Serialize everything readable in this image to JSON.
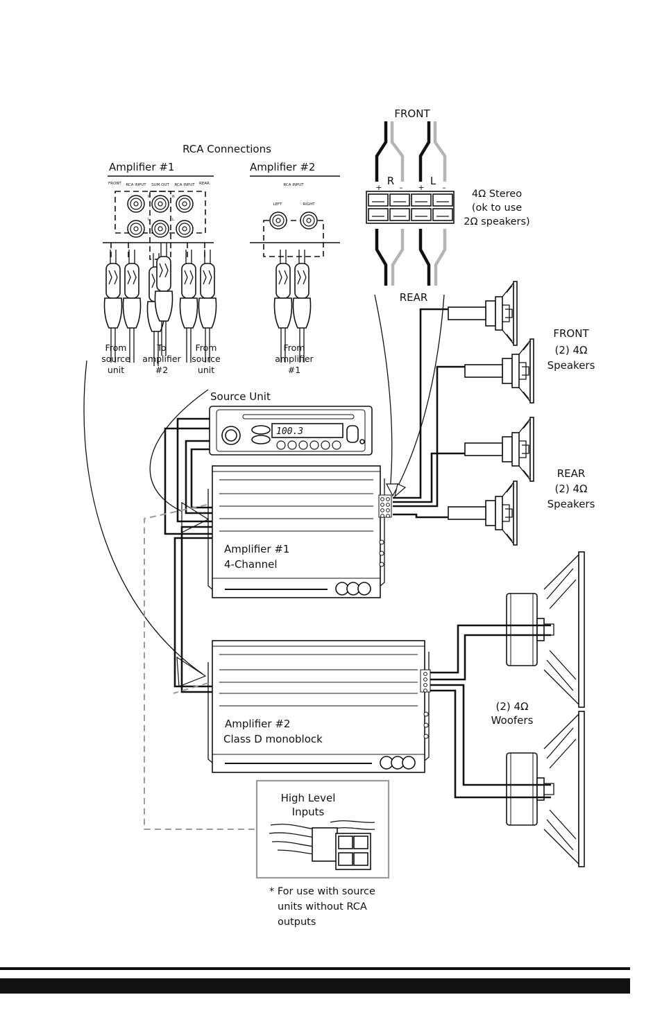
{
  "rca": {
    "title": "RCA Connections",
    "amp1": {
      "title": "Amplifier #1",
      "front": "FRONT",
      "rear": "REAR",
      "rca_input_a": "RCA INPUT",
      "sum_out": "SUM OUT",
      "rca_input_b": "RCA INPUT",
      "ch_r": "R",
      "ch_l": "L",
      "from_source_1": [
        "From",
        "source",
        "unit"
      ],
      "to_amp2": [
        "To",
        "amplifier",
        "#2"
      ],
      "from_source_2": [
        "From",
        "source",
        "unit"
      ]
    },
    "amp2": {
      "title": "Amplifier #2",
      "rca_input": "RCA INPUT",
      "left": "LEFT",
      "right": "RIGHT",
      "from_amp1": [
        "From",
        "amplifier",
        "#1"
      ]
    }
  },
  "terminal": {
    "front": "FRONT",
    "rear": "REAR",
    "r": "R",
    "l": "L",
    "plus": "+",
    "minus": "–",
    "note": [
      "4Ω Stereo",
      "(ok to use",
      "2Ω speakers)"
    ]
  },
  "speakers": {
    "front": [
      "FRONT",
      "(2) 4Ω",
      "Speakers"
    ],
    "rear": [
      "REAR",
      "(2) 4Ω",
      "Speakers"
    ],
    "woofers": [
      "(2) 4Ω",
      "Woofers"
    ]
  },
  "source_unit": {
    "label": "Source Unit",
    "display": "100.3"
  },
  "amplifier1": [
    "Amplifier #1",
    "4-Channel"
  ],
  "amplifier2": [
    "Amplifier #2",
    "Class D monoblock"
  ],
  "high_level": {
    "title": [
      "High Level",
      "Inputs"
    ],
    "note": [
      "* For use with source",
      "units without RCA",
      "outputs"
    ]
  }
}
